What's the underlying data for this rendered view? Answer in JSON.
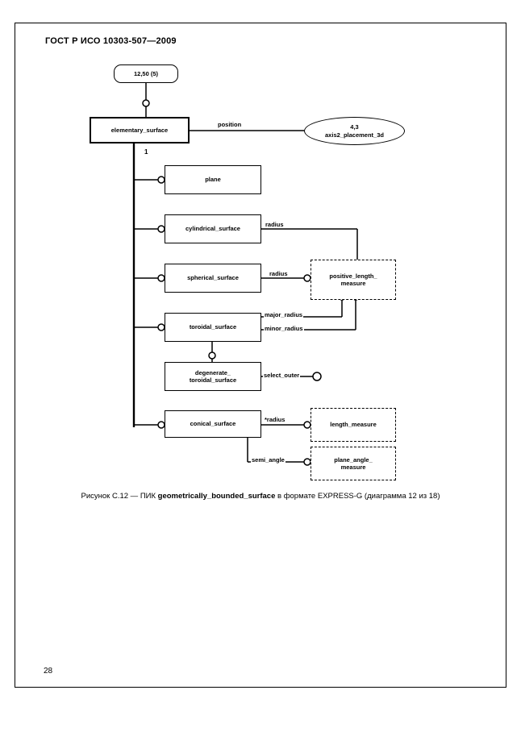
{
  "document": {
    "header": "ГОСТ Р ИСО 10303-507—2009",
    "page_number": "28",
    "caption_prefix": "Рисунок С.12 — ПИК ",
    "caption_bold": "geometrically_bounded_surface",
    "caption_suffix": " в формате EXPRESS-G (диаграмма  12 из 18)"
  },
  "diagram": {
    "page_ref": "12,50 (5)",
    "multiplicity_label": "1",
    "nodes": [
      {
        "id": "elementary_surface",
        "label": "elementary_surface"
      },
      {
        "id": "axis2_placement_3d",
        "label": "axis2_placement_3d",
        "ref": "4,3"
      },
      {
        "id": "plane",
        "label": "plane"
      },
      {
        "id": "cylindrical_surface",
        "label": "cylindrical_surface"
      },
      {
        "id": "spherical_surface",
        "label": "spherical_surface"
      },
      {
        "id": "toroidal_surface",
        "label": "toroidal_surface"
      },
      {
        "id": "degenerate_toroidal_surface",
        "label": "degenerate_\ntoroidal_surface"
      },
      {
        "id": "conical_surface",
        "label": "conical_surface"
      },
      {
        "id": "positive_length_measure",
        "label": "positive_length_\nmeasure"
      },
      {
        "id": "length_measure",
        "label": "length_measure"
      },
      {
        "id": "plane_angle_measure",
        "label": "plane_angle_\nmeasure"
      }
    ],
    "edge_labels": [
      {
        "id": "position",
        "text": "position"
      },
      {
        "id": "radius_cyl",
        "text": "radius"
      },
      {
        "id": "radius_sph",
        "text": "radius"
      },
      {
        "id": "major_radius",
        "text": "major_radius"
      },
      {
        "id": "minor_radius",
        "text": "minor_radius"
      },
      {
        "id": "select_outer",
        "text": "select_outer"
      },
      {
        "id": "radius_con",
        "text": "*radius"
      },
      {
        "id": "semi_angle",
        "text": "semi_angle"
      }
    ]
  }
}
